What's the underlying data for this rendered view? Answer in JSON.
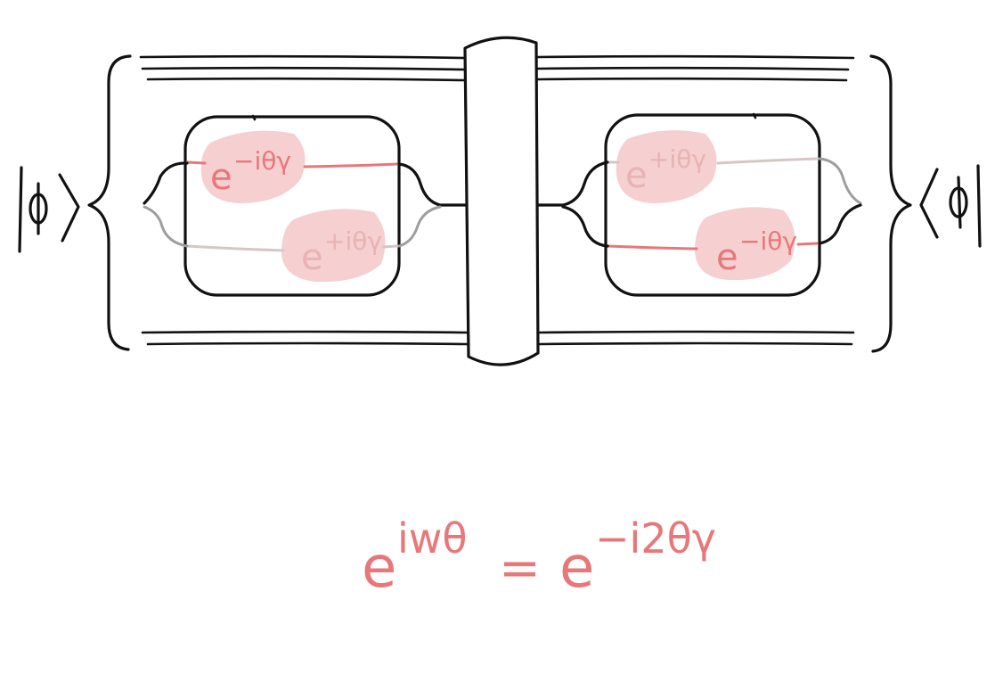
{
  "colors": {
    "ink": "#111111",
    "accent_red": "#e8777a",
    "faded_pink": "#e7b3b3",
    "box_fill": "#fdf0f0",
    "blob_fill": "#f6cfd0",
    "grey_wire": "#9e9e9e",
    "light_grey_wire": "#d7c6c6",
    "pillar_fill": "#f3eddc"
  },
  "diagram": {
    "ket_label": "|ϕ⟩",
    "bra_label": "⟨ϕ|",
    "left_box": {
      "top_phase": {
        "base": "e",
        "exponent": "−iθγ"
      },
      "bottom_phase": {
        "base": "e",
        "exponent": "+iθγ"
      }
    },
    "right_box": {
      "top_phase": {
        "base": "e",
        "exponent": "+iθγ"
      },
      "bottom_phase": {
        "base": "e",
        "exponent": "−iθγ"
      }
    }
  },
  "equation": {
    "lhs_base": "e",
    "lhs_exponent": "iwθ",
    "equals": "=",
    "rhs_base": "e",
    "rhs_exponent": "−i2θγ"
  }
}
